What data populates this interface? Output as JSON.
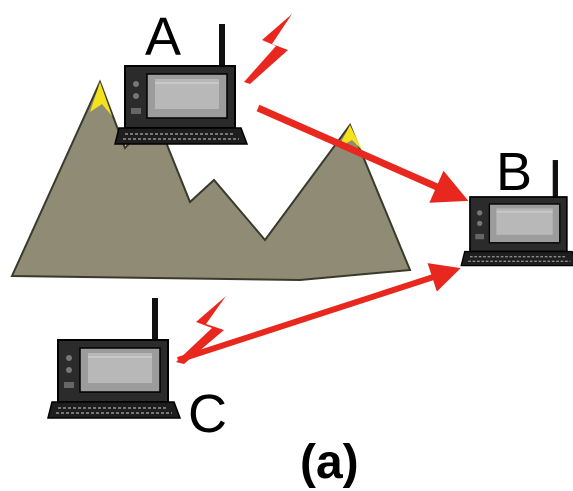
{
  "diagram": {
    "nodes": [
      {
        "id": "A",
        "label": "A"
      },
      {
        "id": "B",
        "label": "B"
      },
      {
        "id": "C",
        "label": "C"
      }
    ],
    "links": [
      {
        "from": "A",
        "to": "B",
        "kind": "arrow"
      },
      {
        "from": "C",
        "to": "B",
        "kind": "arrow"
      }
    ],
    "caption": "(a)",
    "colors": {
      "mountain": "#8f8b74",
      "snow": "#f5e21b",
      "signal": "#e8281e",
      "device_body": "#2a2a2a",
      "screen": "#9c9c9c"
    }
  }
}
